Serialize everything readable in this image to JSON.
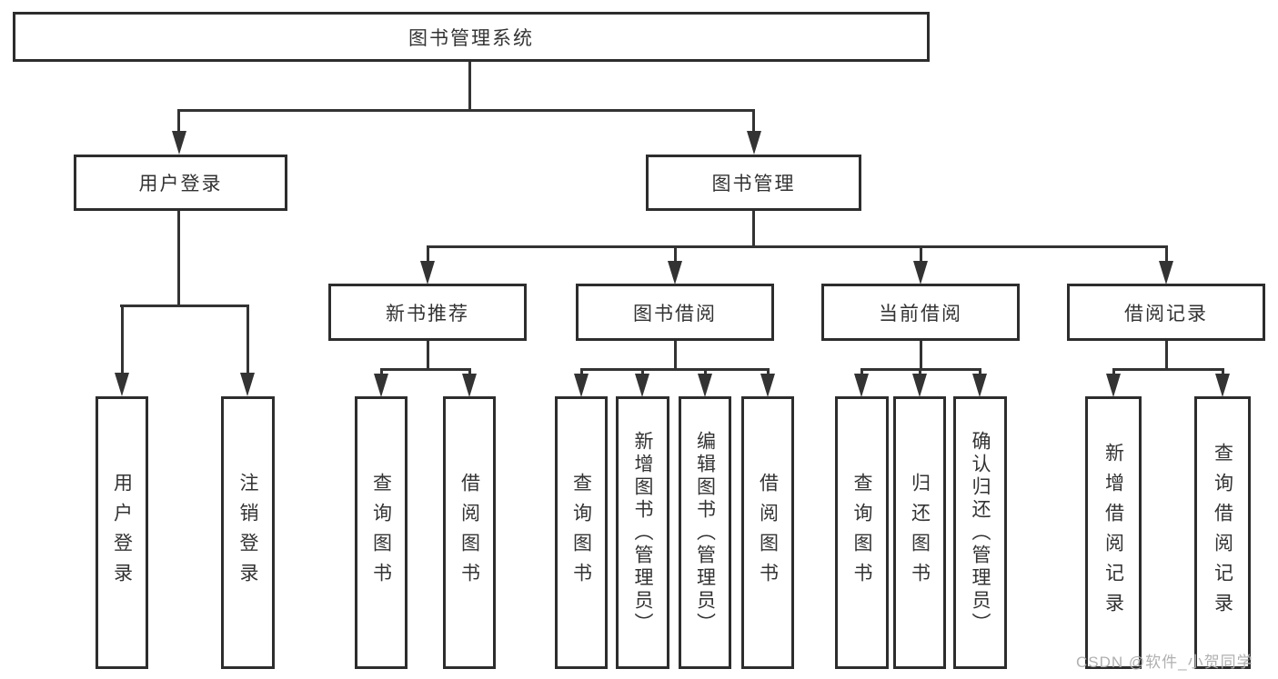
{
  "nodes": {
    "root": "图书管理系统",
    "user_login": "用户登录",
    "book_management": "图书管理",
    "new_book_recommend": "新书推荐",
    "book_borrow": "图书借阅",
    "current_borrow": "当前借阅",
    "borrow_records": "借阅记录",
    "leaf_user_login": "用户登录",
    "leaf_logout": "注销登录",
    "leaf_query_book_new": "查询图书",
    "leaf_borrow_book_new": "借阅图书",
    "leaf_query_book_borrow": "查询图书",
    "leaf_add_book_admin": "新增图书（管理员）",
    "leaf_edit_book_admin": "编辑图书（管理员）",
    "leaf_borrow_book_borrow": "借阅图书",
    "leaf_query_book_current": "查询图书",
    "leaf_return_book": "归还图书",
    "leaf_confirm_return_admin": "确认归还（管理员）",
    "leaf_add_borrow_record": "新增借阅记录",
    "leaf_query_borrow_record": "查询借阅记录"
  },
  "watermark": "CSDN @软件_小贺同学"
}
